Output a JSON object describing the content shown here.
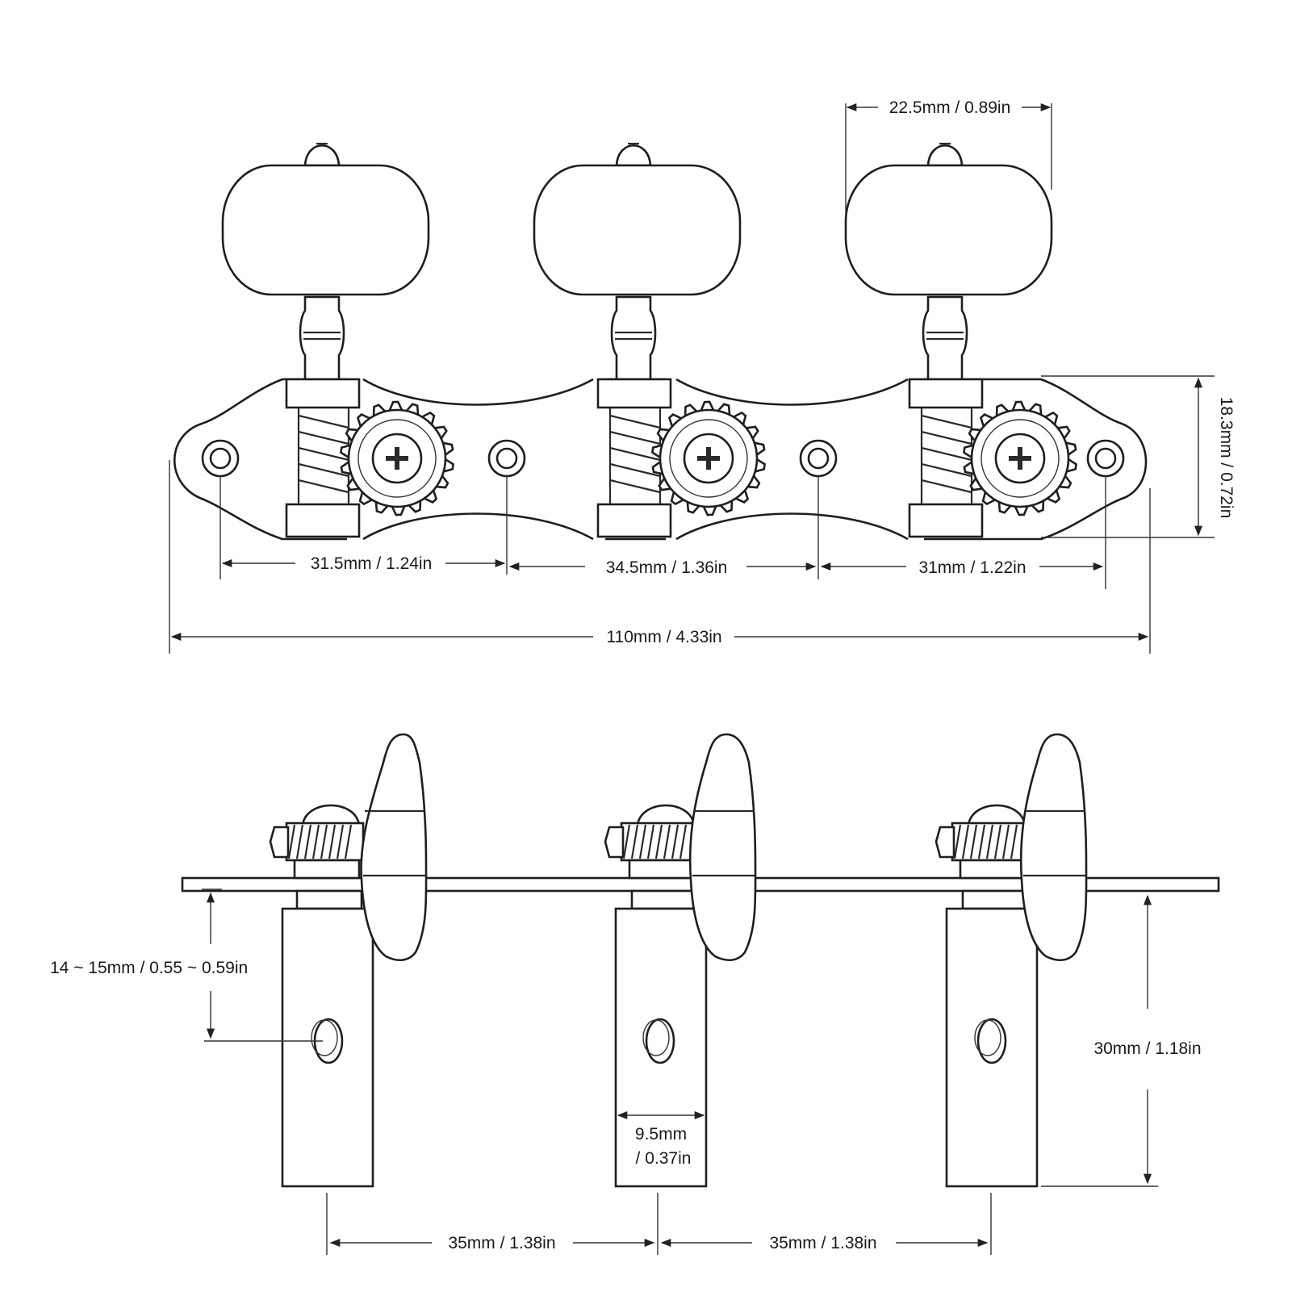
{
  "diagram": {
    "line_color": "#2a2a2a",
    "background": "#ffffff",
    "top_view": {
      "dimensions": {
        "knob_width": "22.5mm / 0.89in",
        "plate_height": "18.3mm / 0.72in",
        "hole_spacing_1": "31.5mm / 1.24in",
        "hole_spacing_2": "34.5mm / 1.36in",
        "hole_spacing_3": "31mm / 1.22in",
        "total_length": "110mm / 4.33in"
      }
    },
    "side_view": {
      "dimensions": {
        "hole_depth": "14 ~ 15mm / 0.55 ~ 0.59in",
        "roller_width_line1": "9.5mm",
        "roller_width_line2": "/ 0.37in",
        "roller_length": "30mm / 1.18in",
        "roller_spacing_1": "35mm / 1.38in",
        "roller_spacing_2": "35mm / 1.38in"
      }
    }
  }
}
